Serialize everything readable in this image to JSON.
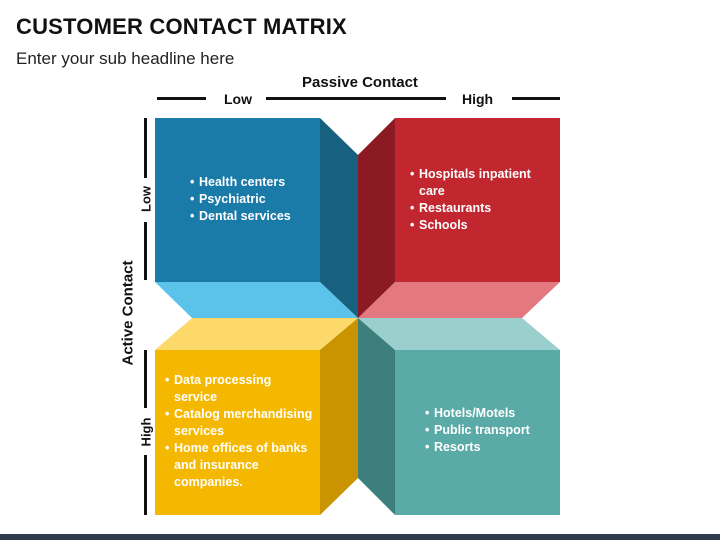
{
  "title": "CUSTOMER CONTACT MATRIX",
  "subtitle": "Enter your sub headline here",
  "axes": {
    "horizontal": {
      "title": "Passive Contact",
      "low": "Low",
      "high": "High"
    },
    "vertical": {
      "title": "Active Contact",
      "low": "Low",
      "high": "High"
    }
  },
  "quadrants": {
    "top_left": {
      "color": "#1a7aa8",
      "items": [
        "Health centers",
        "Psychiatric",
        "Dental services"
      ]
    },
    "top_right": {
      "color": "#c2262f",
      "items": [
        "Hospitals inpatient care",
        "Restaurants",
        "Schools"
      ]
    },
    "bottom_left": {
      "color": "#f5b800",
      "items": [
        "Data processing service",
        "Catalog merchandising services",
        "Home offices of banks and insurance companies."
      ]
    },
    "bottom_right": {
      "color": "#5aaaa7",
      "items": [
        "Hotels/Motels",
        "Public transport",
        "Resorts"
      ]
    }
  }
}
